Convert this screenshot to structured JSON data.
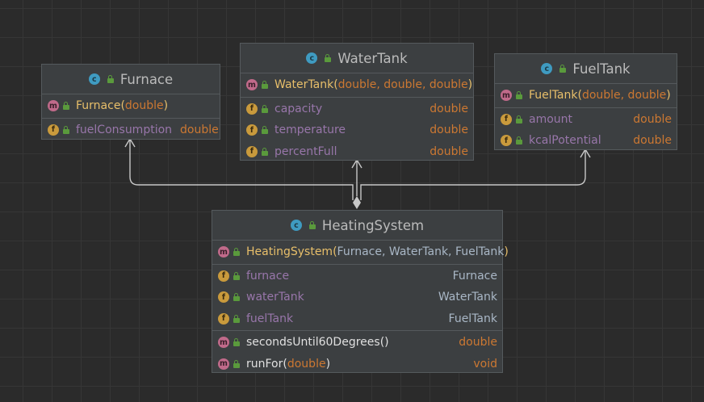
{
  "colors": {
    "background": "#2b2b2b",
    "class_box": "#3c3f41",
    "constructor_name": "#e8bf6a",
    "field_name": "#9876aa",
    "keyword_type": "#cc7832",
    "class_type": "#a9b7c6",
    "badge_class": "#3f9bc1",
    "badge_method": "#c06a8a",
    "badge_field": "#c99a3c",
    "lock_public": "#5a9a3c",
    "relation_line": "#c8c8c8"
  },
  "classes": {
    "furnace": {
      "name": "Furnace",
      "constructor": {
        "name": "Furnace",
        "open": "(",
        "params": "double",
        "close": ")"
      },
      "fields": [
        {
          "name": "fuelConsumption",
          "type": "double"
        }
      ]
    },
    "watertank": {
      "name": "WaterTank",
      "constructor": {
        "name": "WaterTank",
        "open": "(",
        "params": "double, double, double",
        "close": ")"
      },
      "fields": [
        {
          "name": "capacity",
          "type": "double"
        },
        {
          "name": "temperature",
          "type": "double"
        },
        {
          "name": "percentFull",
          "type": "double"
        }
      ]
    },
    "fueltank": {
      "name": "FuelTank",
      "constructor": {
        "name": "FuelTank",
        "open": "(",
        "params": "double, double",
        "close": ")"
      },
      "fields": [
        {
          "name": "amount",
          "type": "double"
        },
        {
          "name": "kcalPotential",
          "type": "double"
        }
      ]
    },
    "heatingsystem": {
      "name": "HeatingSystem",
      "constructor": {
        "name": "HeatingSystem",
        "open": "(",
        "params": "Furnace, WaterTank, FuelTank",
        "close": ")"
      },
      "fields": [
        {
          "name": "furnace",
          "type": "Furnace"
        },
        {
          "name": "waterTank",
          "type": "WaterTank"
        },
        {
          "name": "fuelTank",
          "type": "FuelTank"
        }
      ],
      "methods": [
        {
          "name": "secondsUntil60Degrees",
          "open": "(",
          "params": "",
          "close": ")",
          "type": "double"
        },
        {
          "name": "runFor",
          "open": "(",
          "params": "double",
          "close": ")",
          "type": "void"
        }
      ]
    }
  },
  "relations": [
    {
      "from": "HeatingSystem",
      "to": "Furnace",
      "kind": "association"
    },
    {
      "from": "HeatingSystem",
      "to": "WaterTank",
      "kind": "composition"
    },
    {
      "from": "HeatingSystem",
      "to": "FuelTank",
      "kind": "association"
    }
  ]
}
